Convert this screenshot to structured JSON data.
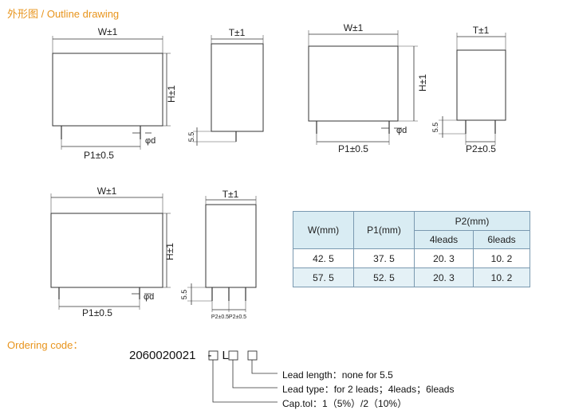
{
  "titles": {
    "outline": "外形图 / Outline drawing",
    "ordering": "Ordering code："
  },
  "labels": {
    "w": "W±1",
    "t": "T±1",
    "h": "H±1",
    "p1": "P1±0.5",
    "p2": "P2±0.5",
    "phid": "φd",
    "lead_len": "5.5",
    "p2_small": "P2±0.5",
    "p2_small_b": "P2±0.5"
  },
  "table": {
    "headers": {
      "w": "W(mm)",
      "p1": "P1(mm)",
      "p2": "P2(mm)",
      "leads4": "4leads",
      "leads6": "6leads"
    },
    "rows": [
      {
        "w": "42. 5",
        "p1": "37. 5",
        "l4": "20. 3",
        "l6": "10. 2"
      },
      {
        "w": "57. 5",
        "p1": "52. 5",
        "l4": "20. 3",
        "l6": "10. 2"
      }
    ]
  },
  "ordering": {
    "code_prefix": "2060020021",
    "dash": "-",
    "suffix_letter": "L",
    "notes": [
      "Lead length：none for 5.5",
      "Lead type：for 2 leads；4leads；6leads",
      "Cap.tol：1（5%）/2（10%）"
    ]
  }
}
